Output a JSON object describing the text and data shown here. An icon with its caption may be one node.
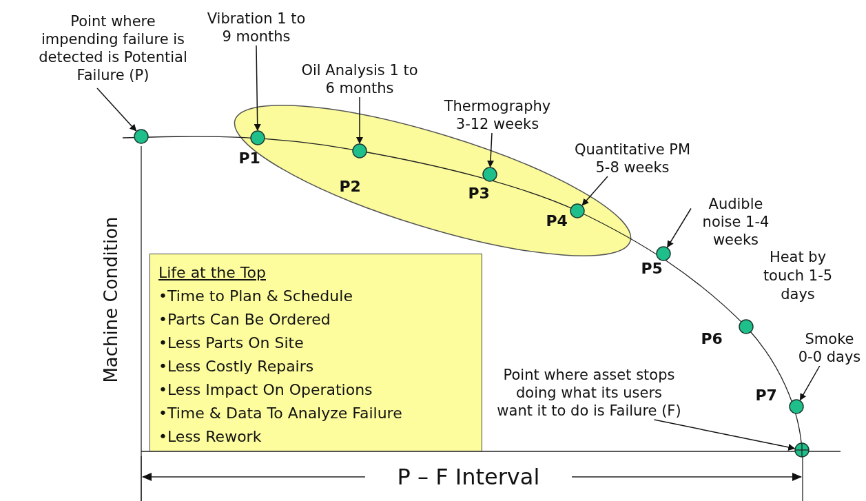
{
  "diagram": {
    "nodes": [
      {
        "text": [
          "Point where impending failure is detected is Potential Failure (P)"
        ]
      },
      {
        "text": [
          "Vibration 1 to 9 months"
        ]
      },
      {
        "text": [
          "Oil Analysis 1 to 6 months"
        ]
      },
      {
        "text": [
          "Thermography 3-12 weeks"
        ]
      },
      {
        "text": [
          "Quantitative PM 5-8 weeks"
        ]
      },
      {
        "text": [
          "Audible noise 1-4 weeks"
        ]
      },
      {
        "text": [],
        "shape": "circle"
      },
      {
        "text": [],
        "shape": "circle",
        "beside": [
          "P1"
        ]
      },
      {
        "text": [],
        "shape": "circle",
        "beside": [
          "P2"
        ]
      },
      {
        "text": [],
        "shape": "circle",
        "beside": [
          "P3"
        ]
      },
      {
        "text": [],
        "shape": "circle",
        "beside": [
          "P4"
        ]
      },
      {
        "text": [],
        "shape": "circle",
        "beside": [
          "P5"
        ]
      },
      {
        "text": [
          "Life at the Top",
          "•Time to Plan & Schedule",
          "•Parts Can Be Ordered",
          "•Less Parts On Site",
          "•Less Costly Repairs",
          "•Less Impact On Operations",
          "•Time & Data To Analyze Failure",
          "•Less Rework"
        ]
      },
      {
        "text": [],
        "shape": "circle",
        "beside": [
          "P6"
        ]
      },
      {
        "text": [
          "Smoke 0-0 days"
        ]
      },
      {
        "text": [
          "Point where asset stops doing what its users want it to do is Failure (F)"
        ]
      },
      {
        "text": [],
        "shape": "circle",
        "beside": [
          "P7"
        ]
      },
      {
        "text": [],
        "shape": "circle"
      }
    ],
    "edges": [
      {
        "from": 0,
        "to": 6,
        "arrow": "to"
      },
      {
        "from": 1,
        "to": 7,
        "arrow": "to"
      },
      {
        "from": 2,
        "to": 8,
        "arrow": "to"
      },
      {
        "from": 3,
        "to": 9,
        "arrow": "to"
      },
      {
        "from": 4,
        "to": 10,
        "arrow": "to"
      },
      {
        "from": 5,
        "to": 11,
        "arrow": "to"
      },
      {
        "from": 14,
        "to": 16,
        "arrow": "to"
      },
      {
        "from": 15,
        "to": 17,
        "arrow": "to"
      }
    ],
    "labels": [
      "Heat by touch 1-5 days",
      "Machine Condition",
      "P – F Interval"
    ]
  }
}
